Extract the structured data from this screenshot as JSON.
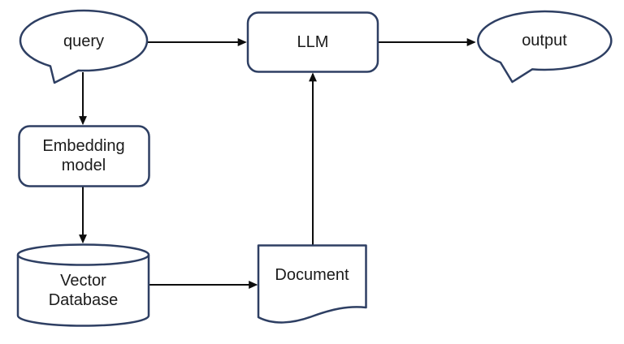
{
  "diagram": {
    "background": "#ffffff",
    "colors": {
      "shape_border": "#2e3f63",
      "shape_fill": "#ffffff",
      "connector": "#0d0d0d",
      "text": "#1b1b1b"
    },
    "nodes": {
      "query": {
        "label": "query",
        "shape": "speech-bubble"
      },
      "llm": {
        "label": "LLM",
        "shape": "rounded-rectangle"
      },
      "output": {
        "label": "output",
        "shape": "speech-bubble"
      },
      "embedding": {
        "label_line1": "Embedding",
        "label_line2": "model",
        "shape": "rounded-rectangle"
      },
      "vector_db": {
        "label_line1": "Vector",
        "label_line2": "Database",
        "shape": "cylinder"
      },
      "document": {
        "label": "Document",
        "shape": "document"
      }
    },
    "edges": [
      {
        "from": "query",
        "to": "llm",
        "direction": "right"
      },
      {
        "from": "llm",
        "to": "output",
        "direction": "right"
      },
      {
        "from": "query",
        "to": "embedding",
        "direction": "down"
      },
      {
        "from": "embedding",
        "to": "vector_db",
        "direction": "down"
      },
      {
        "from": "vector_db",
        "to": "document",
        "direction": "right"
      },
      {
        "from": "document",
        "to": "llm",
        "direction": "up"
      }
    ]
  }
}
